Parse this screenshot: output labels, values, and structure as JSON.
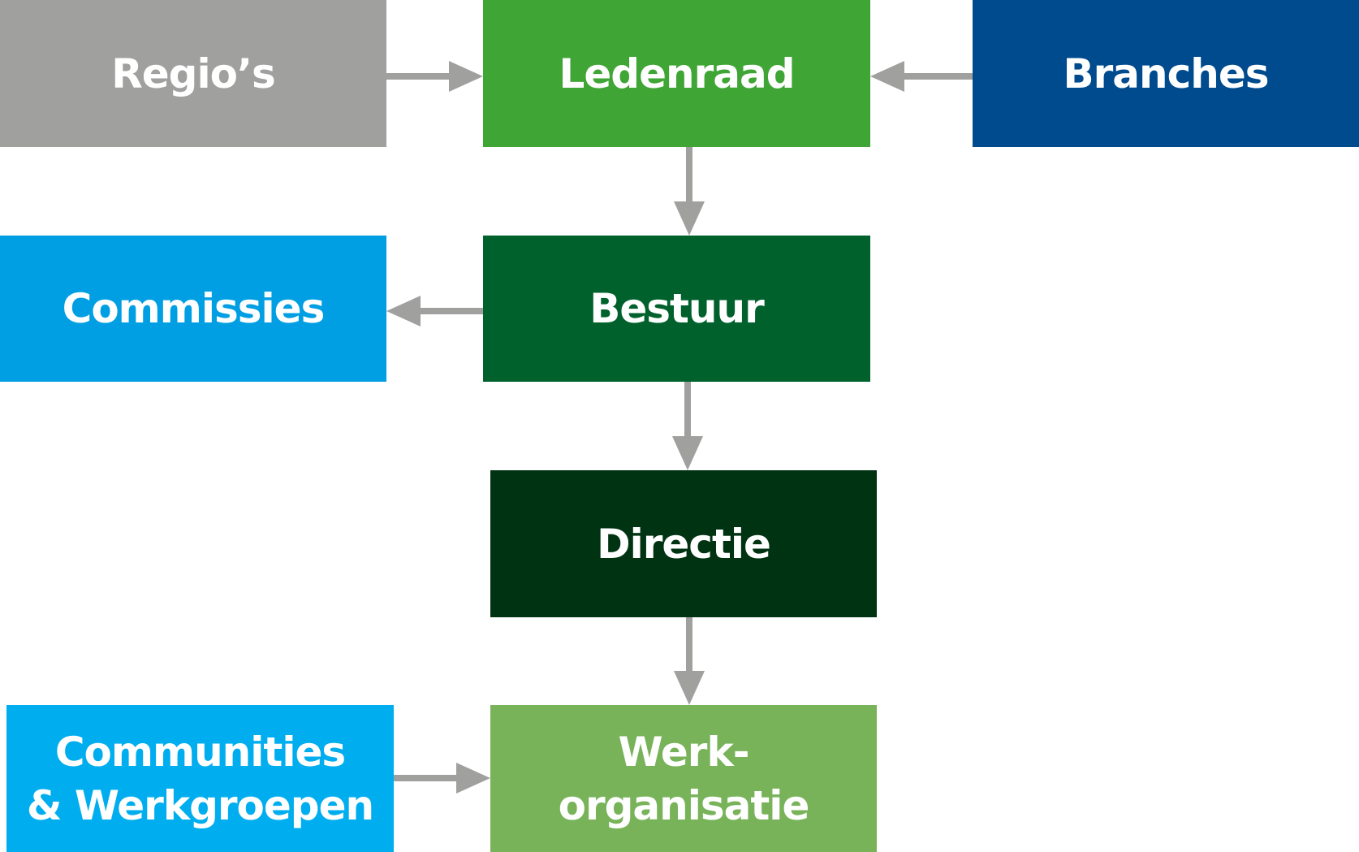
{
  "nodes": {
    "regios": {
      "label": "Regio’s",
      "color": "#a0a09f"
    },
    "ledenraad": {
      "label": "Ledenraad",
      "color": "#3fa535"
    },
    "branches": {
      "label": "Branches",
      "color": "#004b8d"
    },
    "commissies": {
      "label": "Commissies",
      "color": "#009fe3"
    },
    "bestuur": {
      "label": "Bestuur",
      "color": "#00612c"
    },
    "directie": {
      "label": "Directie",
      "color": "#003312"
    },
    "communities": {
      "line1": "Communities",
      "line2": "& Werkgroepen",
      "color": "#00aeef"
    },
    "werkorganisatie": {
      "line1": "Werk-",
      "line2": "organisatie",
      "color": "#78b35a"
    }
  },
  "arrow_color": "#a0a09f"
}
